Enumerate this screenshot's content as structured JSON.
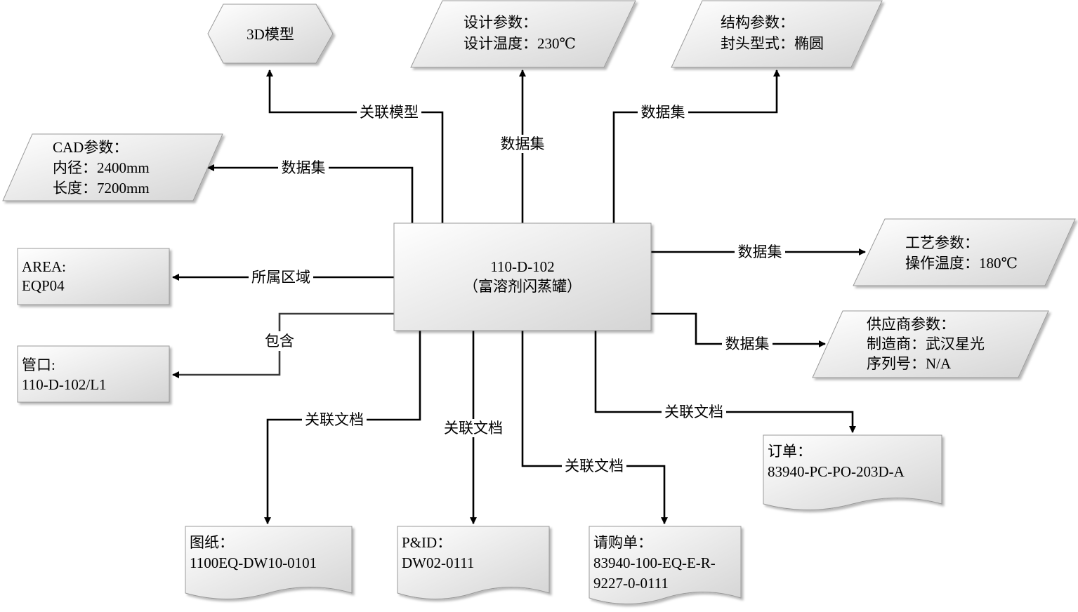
{
  "center": {
    "line1": "110-D-102",
    "line2": "（富溶剂闪蒸罐）"
  },
  "nodes": {
    "model3d": {
      "lines": [
        "3D模型"
      ]
    },
    "design": {
      "lines": [
        "设计参数：",
        "设计温度：230℃"
      ]
    },
    "structure": {
      "lines": [
        "结构参数：",
        "封头型式：椭圆"
      ]
    },
    "cad": {
      "lines": [
        "CAD参数：",
        "内径：2400mm",
        "长度：7200mm"
      ]
    },
    "area": {
      "lines": [
        "AREA:",
        "EQP04"
      ]
    },
    "nozzle": {
      "lines": [
        "管口:",
        "110-D-102/L1"
      ]
    },
    "process": {
      "lines": [
        "工艺参数：",
        "操作温度：180℃"
      ]
    },
    "supplier": {
      "lines": [
        "供应商参数：",
        "制造商：武汉星光",
        "序列号：N/A"
      ]
    },
    "drawing": {
      "lines": [
        "图纸：",
        "1100EQ-DW10-0101"
      ]
    },
    "pid": {
      "lines": [
        "P&ID：",
        "DW02-0111"
      ]
    },
    "requisition": {
      "lines": [
        "请购单：",
        "83940-100-EQ-E-R-",
        "9227-0-0111"
      ]
    },
    "order": {
      "lines": [
        "订单：",
        "83940-PC-PO-203D-A"
      ]
    }
  },
  "edges": {
    "to_model3d": "关联模型",
    "to_design": "数据集",
    "to_structure": "数据集",
    "to_cad": "数据集",
    "to_area": "所属区域",
    "to_nozzle": "包含",
    "to_process": "数据集",
    "to_supplier": "数据集",
    "to_drawing": "关联文档",
    "to_pid": "关联文档",
    "to_requisition": "关联文档",
    "to_order": "关联文档"
  },
  "colors": {
    "node_fill_top": "#ffffff",
    "node_fill_bottom": "#d6d6d6",
    "node_stroke": "#9a9a9a",
    "connector": "#000000"
  }
}
